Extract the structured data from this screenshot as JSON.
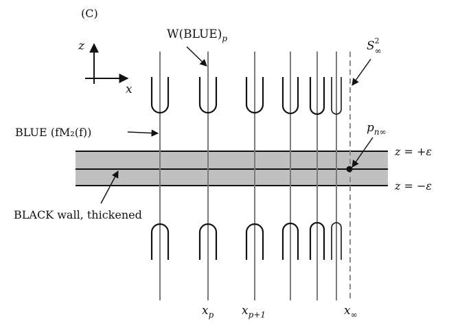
{
  "panel_label": "(C)",
  "axes": {
    "vertical": "z",
    "horizontal": "x"
  },
  "labels": {
    "w_blue_p": {
      "main": "W(BLUE)",
      "sub": "p"
    },
    "s_inf": {
      "main": "S",
      "sup": "2",
      "sub": "∞"
    },
    "blue_fm2": "BLUE (fM₂(f))",
    "p_n_inf": {
      "main": "p",
      "sub": "n∞"
    },
    "z_plus": "z = +ε",
    "z_minus": "z = −ε",
    "black_wall": "BLACK wall, thickened",
    "x_p": {
      "main": "x",
      "sub": "p"
    },
    "x_p1": {
      "main": "x",
      "sub": "p+1"
    },
    "x_inf": {
      "main": "x",
      "sub": "∞"
    }
  },
  "colors": {
    "wall_fill": "#c0c0c0",
    "gray_line": "#7a7a7a",
    "black": "#111111",
    "dashed": "#8a8a8a"
  }
}
